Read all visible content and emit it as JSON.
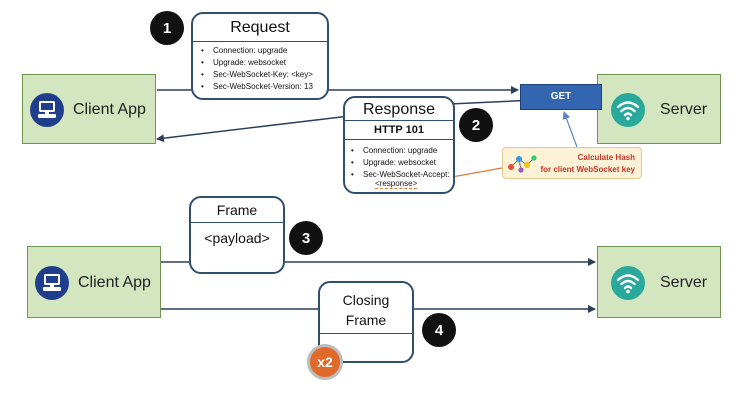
{
  "client_label": "Client App",
  "server_label": "Server",
  "request": {
    "title": "Request",
    "headers": [
      "Connection: upgrade",
      "Upgrade: websocket",
      "Sec-WebSocket-Key: <key>",
      "Sec-WebSocket-Version: 13"
    ]
  },
  "response": {
    "title": "Response",
    "status": "HTTP 101",
    "headers": [
      "Connection: upgrade",
      "Upgrade: websocket",
      "Sec-WebSocket-Accept:"
    ],
    "accept_value": "<response>"
  },
  "get_label": "GET",
  "hash_note": {
    "line1": "Calculate Hash",
    "line2": "for client WebSocket key"
  },
  "frame": {
    "title": "Frame",
    "payload": "<payload>"
  },
  "closing_frame": {
    "line1": "Closing",
    "line2": "Frame",
    "multiplier": "x2"
  },
  "steps": [
    "1",
    "2",
    "3",
    "4"
  ],
  "colors": {
    "node_fill": "#d3e6c0",
    "node_border": "#6f9650",
    "box_border": "#2f4f6f",
    "arrow": "#2a3f5a",
    "get_fill": "#3465b0",
    "hash_fill": "#fdf1d6",
    "hash_text": "#c0392b",
    "badge_fill": "#111111",
    "multiplier_fill": "#e06a2b"
  }
}
